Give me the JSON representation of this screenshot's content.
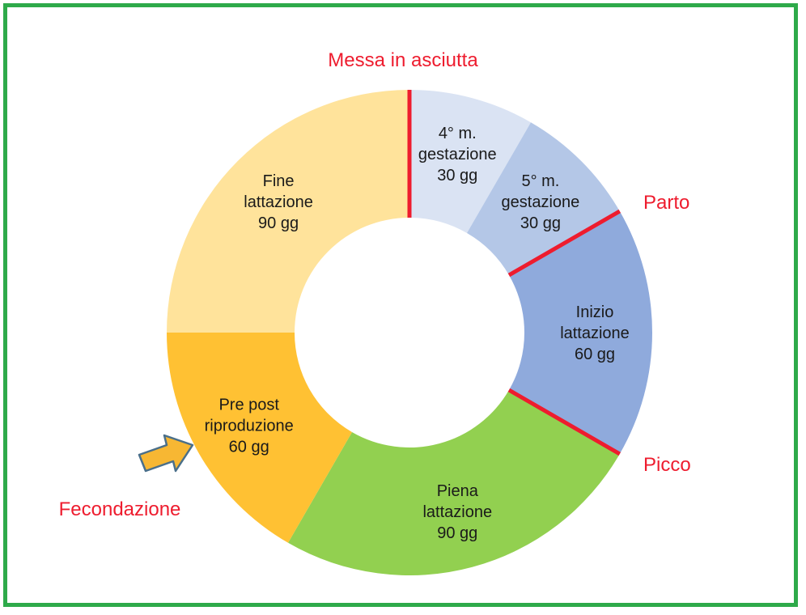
{
  "chart_data": {
    "type": "pie",
    "donut": true,
    "title": "",
    "start": "top, clockwise",
    "slices": [
      {
        "label_lines": [
          "4° m.",
          "gestazione",
          "30 gg"
        ],
        "value": 30,
        "color": "#dae3f3"
      },
      {
        "label_lines": [
          "5° m.",
          "gestazione",
          "30 gg"
        ],
        "value": 30,
        "color": "#b4c7e7"
      },
      {
        "label_lines": [
          "Inizio",
          "lattazione",
          "60 gg"
        ],
        "value": 60,
        "color": "#8faadc"
      },
      {
        "label_lines": [
          "Piena",
          "lattazione",
          "90 gg"
        ],
        "value": 90,
        "color": "#92d050"
      },
      {
        "label_lines": [
          "Pre post",
          "riproduzione",
          "60 gg"
        ],
        "value": 60,
        "color": "#ffc133"
      },
      {
        "label_lines": [
          "Fine",
          "lattazione",
          "90 gg"
        ],
        "value": 90,
        "color": "#ffe39b"
      }
    ],
    "events": [
      {
        "label": "Messa in asciutta",
        "at": 0
      },
      {
        "label": "Parto",
        "at": 60
      },
      {
        "label": "Picco",
        "at": 120
      }
    ],
    "annotations": [
      {
        "label": "Fecondazione",
        "marker": "arrow-icon"
      }
    ],
    "colors": {
      "event": "#ee1c2e",
      "frame": "#2eaa4a",
      "arrow_fill": "#f7b733",
      "arrow_stroke": "#4a6f8a"
    }
  }
}
